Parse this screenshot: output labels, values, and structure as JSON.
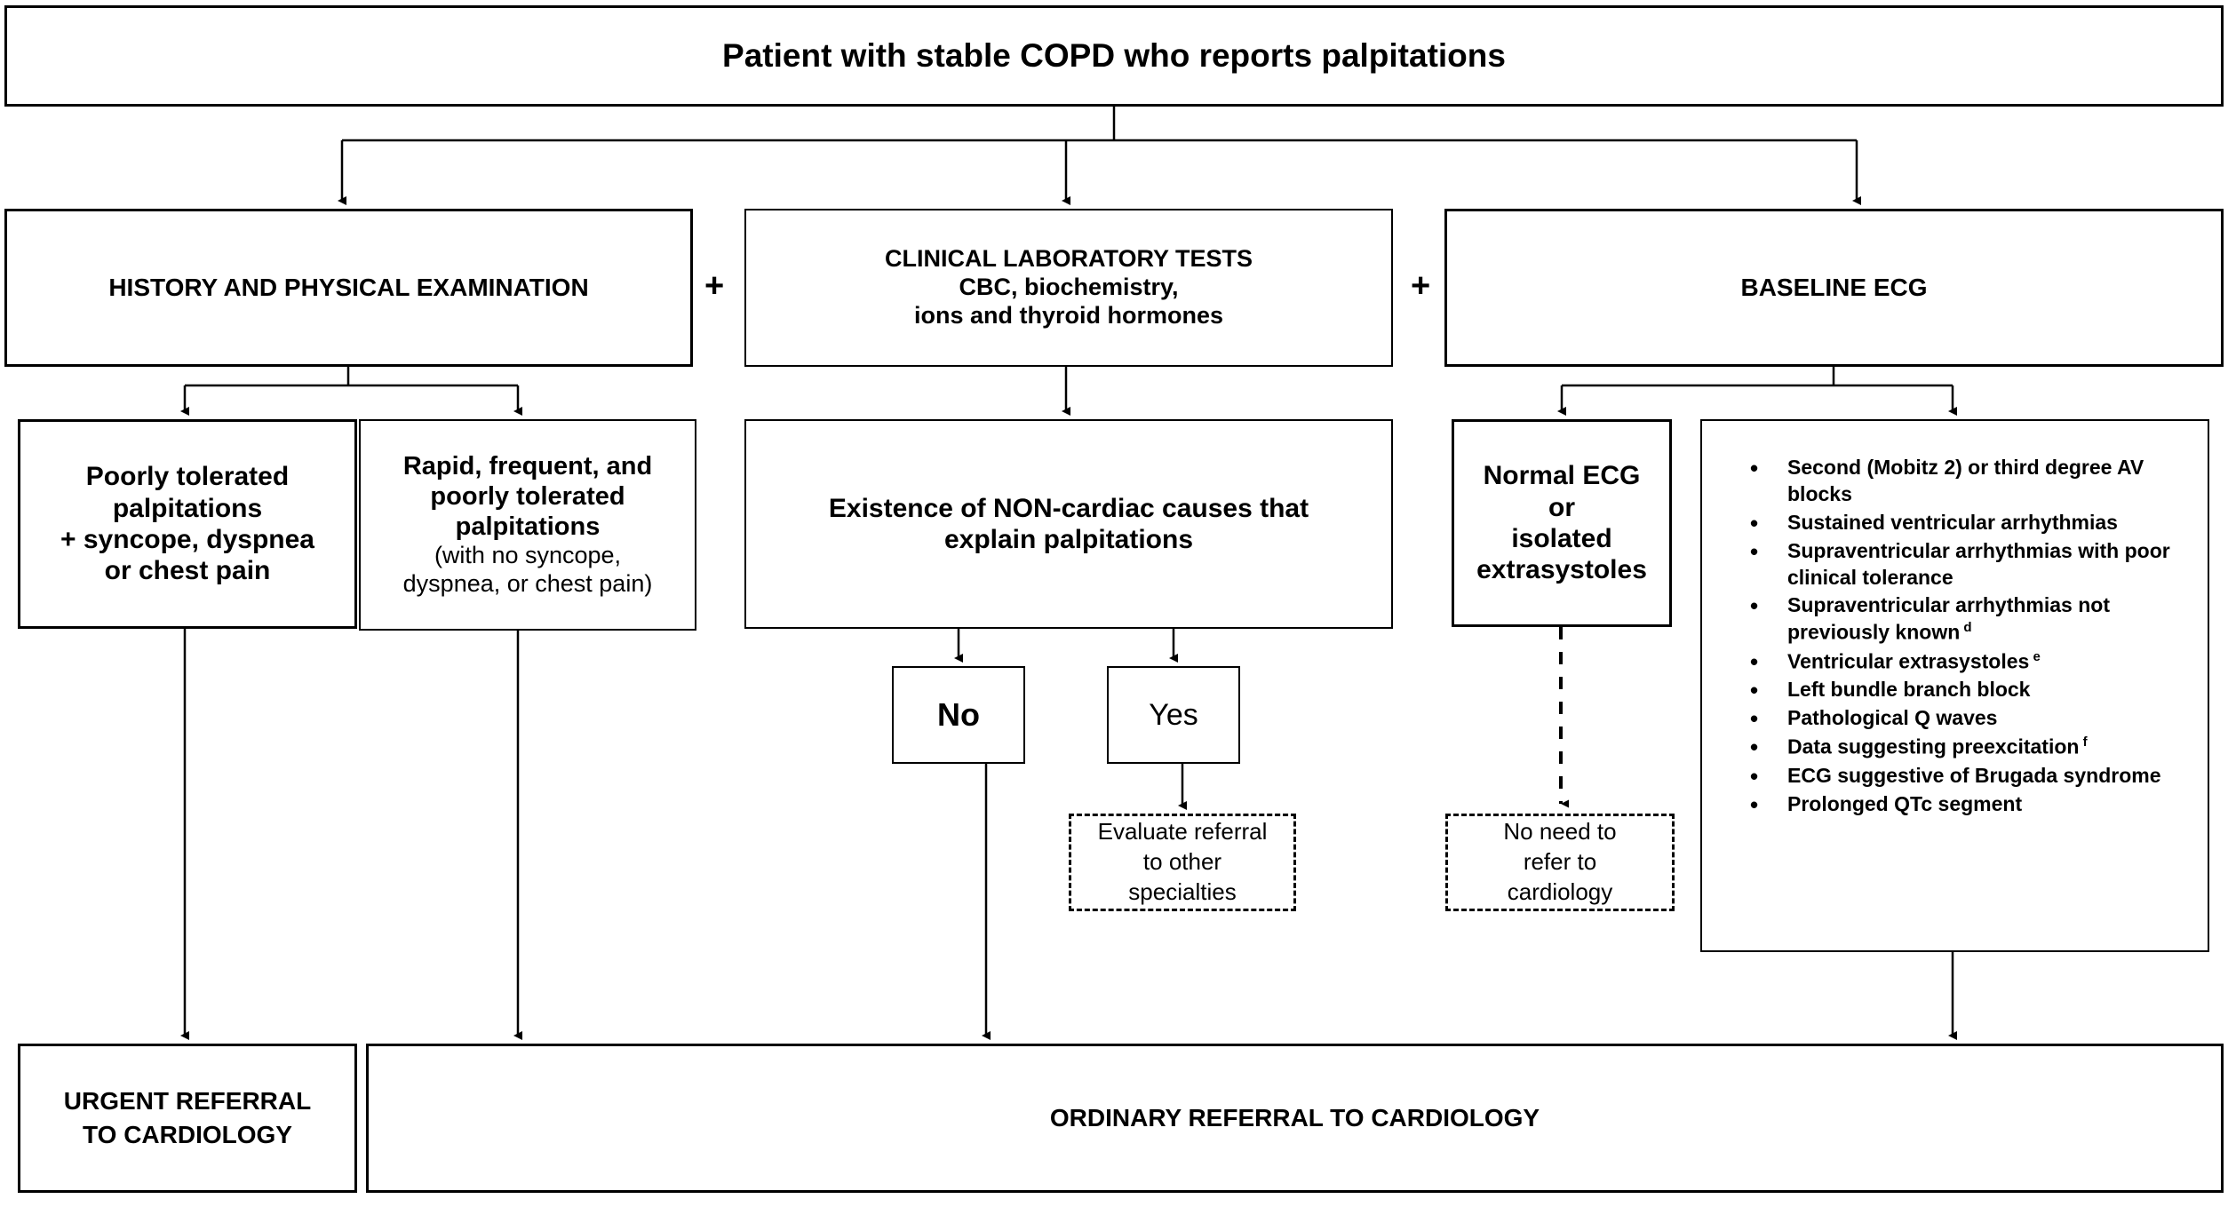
{
  "diagram": {
    "title": "Patient with stable COPD who reports palpitations",
    "operators": {
      "plus_1": "+",
      "plus_2": "+"
    },
    "assessment": {
      "history": "HISTORY AND PHYSICAL EXAMINATION",
      "lab_tests_line1": "CLINICAL LABORATORY TESTS",
      "lab_tests_line2": "CBC, biochemistry,",
      "lab_tests_line3": "ions and thyroid hormones",
      "baseline_ecg": "BASELINE ECG"
    },
    "history_branch": {
      "poorly_tolerated_line1": "Poorly tolerated",
      "poorly_tolerated_line2": "palpitations",
      "poorly_tolerated_line3": "+ syncope, dyspnea",
      "poorly_tolerated_line4": "or chest pain",
      "rapid_line1": "Rapid, frequent, and",
      "rapid_line2": "poorly tolerated",
      "rapid_line3": "palpitations",
      "rapid_sub_line1": "(with no syncope,",
      "rapid_sub_line2": "dyspnea, or chest pain)"
    },
    "lab_branch": {
      "question_line1": "Existence of NON-cardiac causes that",
      "question_line2": "explain palpitations",
      "answer_no": "No",
      "answer_yes": "Yes",
      "evaluate_line1": "Evaluate referral",
      "evaluate_line2": "to other",
      "evaluate_line3": "specialties"
    },
    "ecg_branch": {
      "normal_line1": "Normal ECG",
      "normal_line2": "or",
      "normal_line3": "isolated",
      "normal_line4": "extrasystoles",
      "no_need_line1": "No need to",
      "no_need_line2": "refer to",
      "no_need_line3": "cardiology",
      "findings": [
        {
          "text": "Second (Mobitz 2) or third degree AV blocks",
          "note": ""
        },
        {
          "text": "Sustained ventricular arrhythmias",
          "note": ""
        },
        {
          "text": "Supraventricular arrhythmias with poor clinical tolerance",
          "note": ""
        },
        {
          "text": "Supraventricular arrhythmias not previously known",
          "note": "d"
        },
        {
          "text": "Ventricular extrasystoles",
          "note": "e"
        },
        {
          "text": "Left bundle branch block",
          "note": ""
        },
        {
          "text": "Pathological Q waves",
          "note": ""
        },
        {
          "text": "Data suggesting preexcitation",
          "note": "f"
        },
        {
          "text": "ECG suggestive of Brugada syndrome",
          "note": ""
        },
        {
          "text": "Prolonged QTc segment",
          "note": ""
        }
      ]
    },
    "outcomes": {
      "urgent_line1": "URGENT REFERRAL",
      "urgent_line2": "TO CARDIOLOGY",
      "ordinary": "ORDINARY REFERRAL TO CARDIOLOGY"
    }
  }
}
